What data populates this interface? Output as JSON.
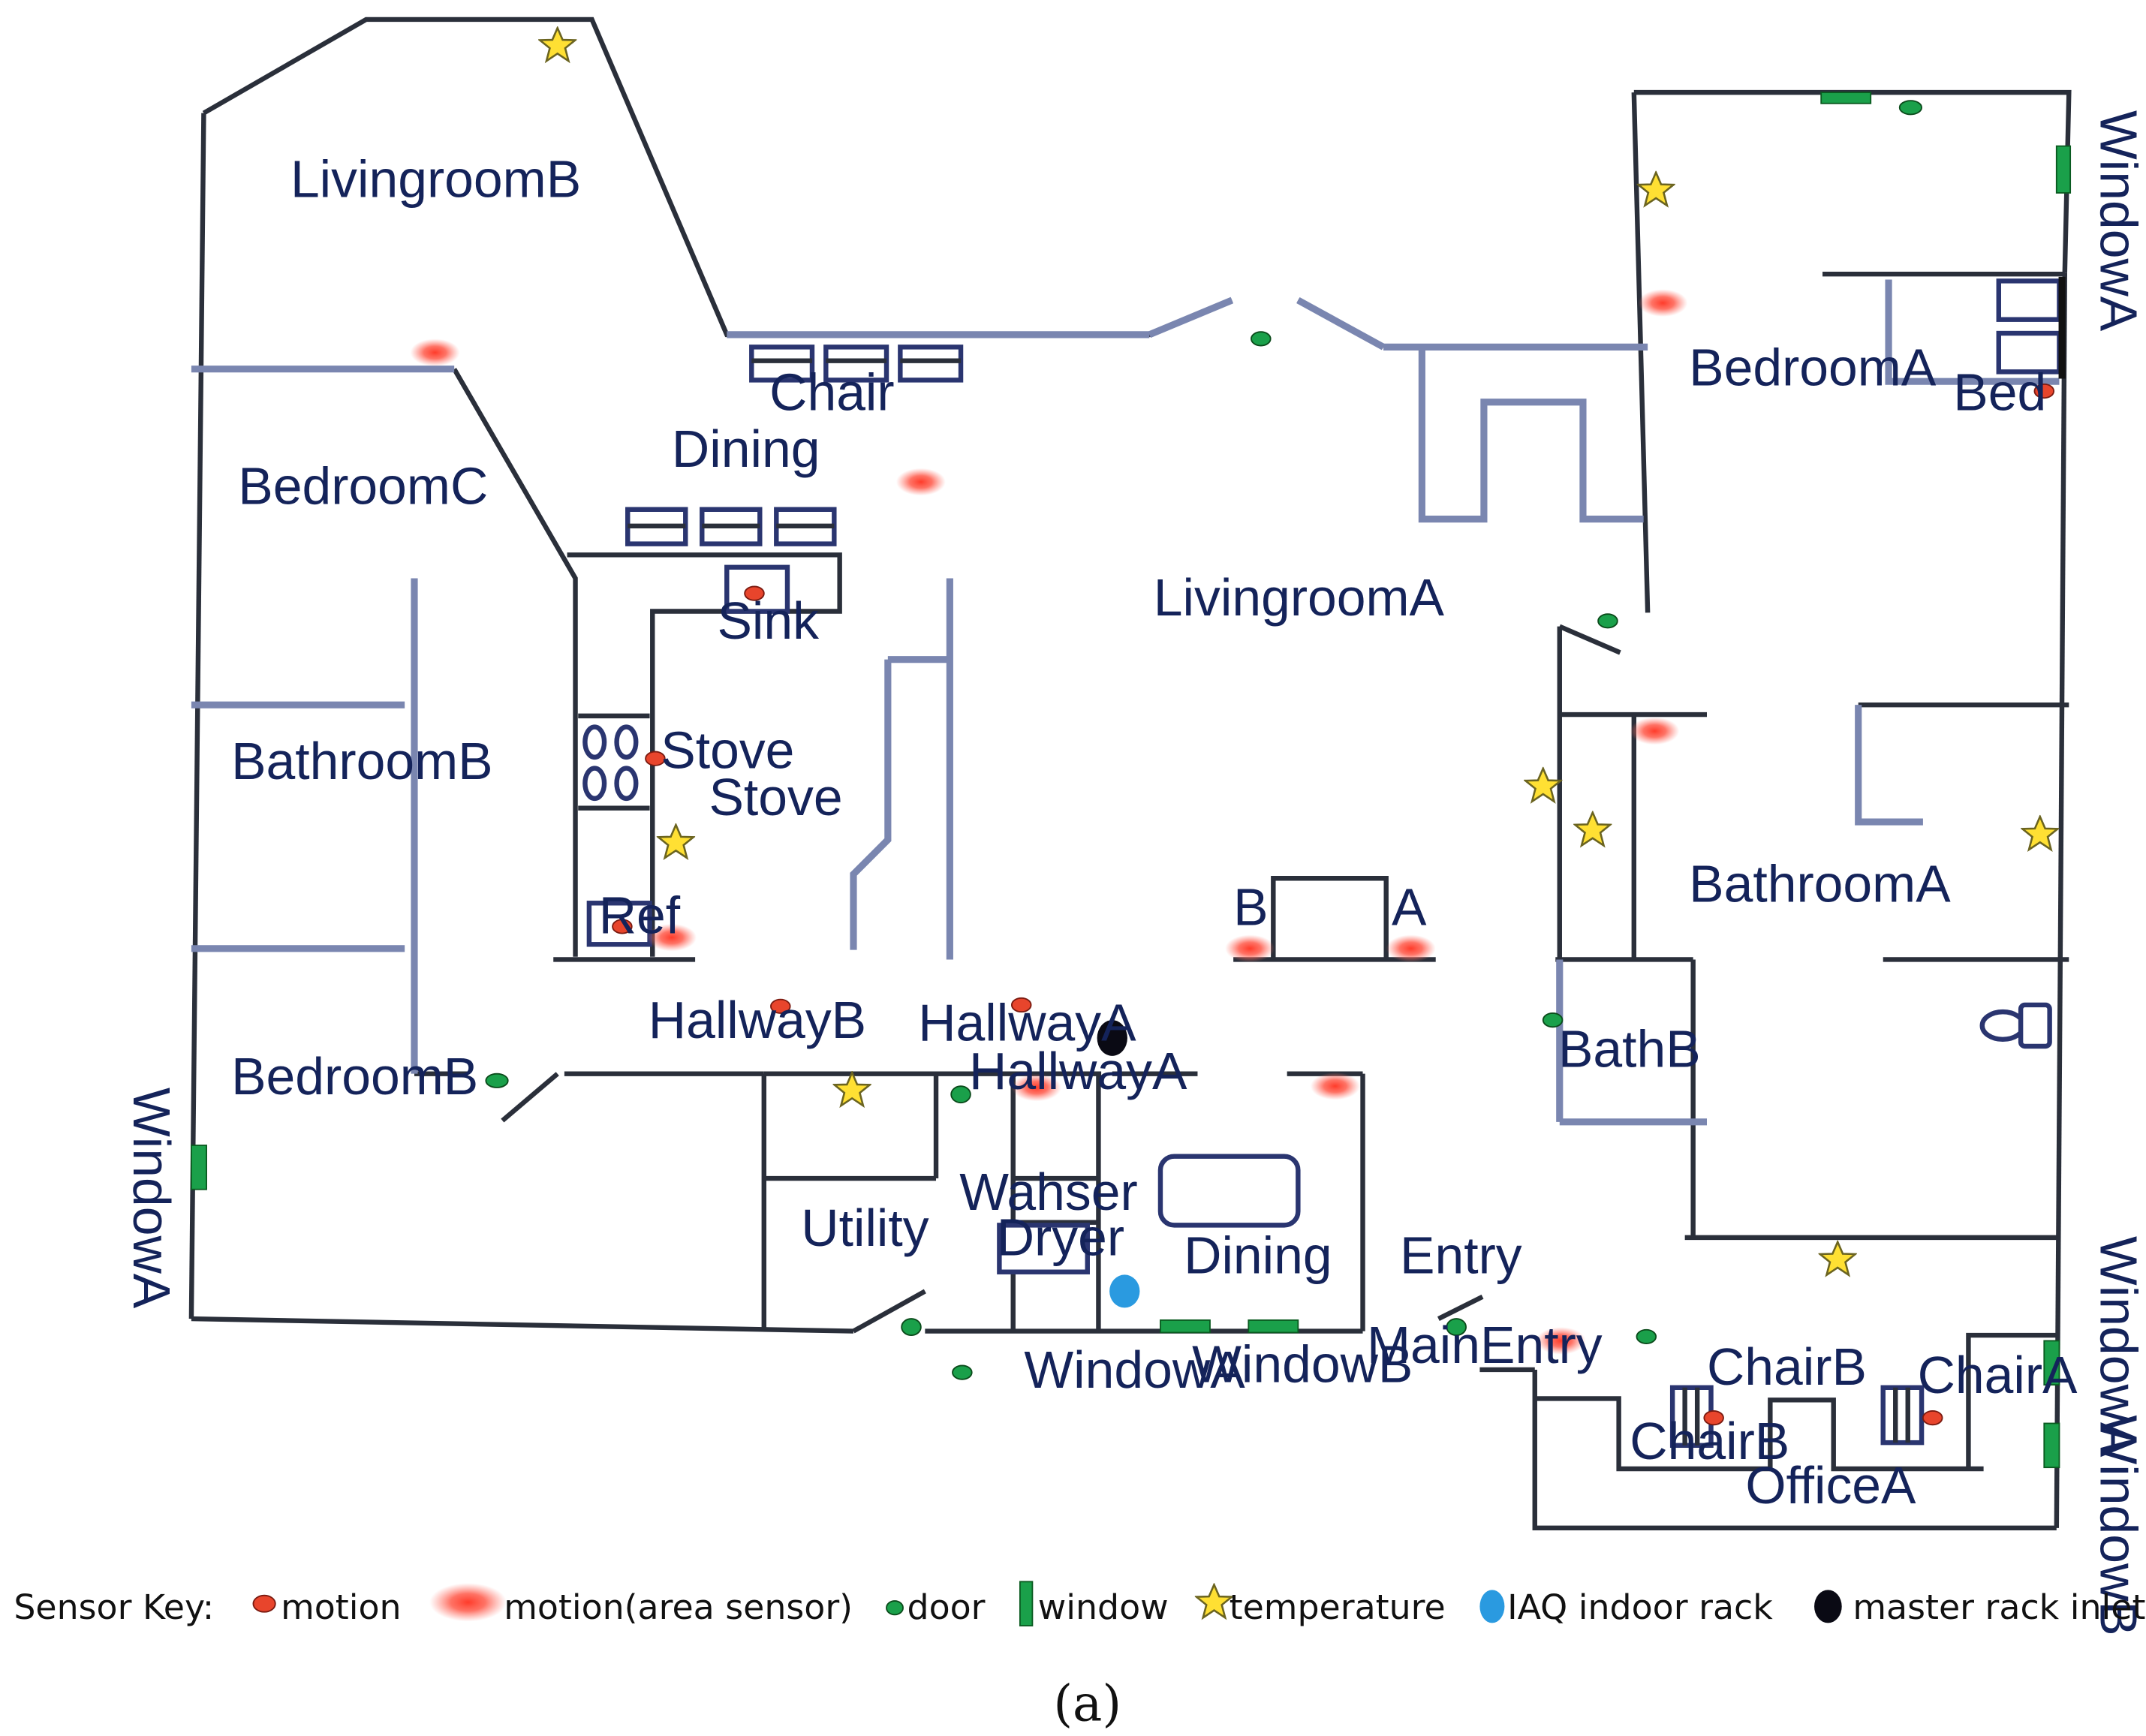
{
  "rooms": {
    "livingroom_b": "LivingroomB",
    "livingroom_a": "LivingroomA",
    "bedroom_a": "BedroomA",
    "bedroom_b": "BedroomB",
    "bedroom_c": "BedroomC",
    "bathroom_a": "BathroomA",
    "bathroom_b": "BathroomB",
    "dining_top": "Dining",
    "dining_bottom": "Dining",
    "utility": "Utility",
    "entry": "Entry",
    "office_a": "OfficeA",
    "hallway_a": "HallwayA",
    "hallway_a2": "HallwayA",
    "hallway_b": "HallwayB",
    "bath_b": "BathB"
  },
  "fixtures": {
    "chair": "Chair",
    "bed": "Bed",
    "sink": "Sink",
    "stove_1": "Stove",
    "stove_2": "Stove",
    "ref": "Ref",
    "washer": "Wahser",
    "dryer": "Dryer",
    "chair_a": "ChairA",
    "chair_b": "ChairB",
    "chair_b2": "ChairB",
    "main_entry": "MainEntry",
    "door_b": "B",
    "door_a": "A"
  },
  "windows": {
    "window_a_right": "WindowA",
    "window_b_right": "WindowB",
    "window_a_right_lower": "WindowA",
    "window_a_left": "WindowA",
    "window_a_bottom": "WindowA",
    "window_b_bottom": "WindowB"
  },
  "sensor_key": {
    "title": "Sensor Key:",
    "motion": "motion",
    "motion_area": "motion(area sensor)",
    "door": "door",
    "window": "window",
    "temperature": "temperature",
    "iaq": "IAQ indoor rack",
    "master": "master rack inlet"
  },
  "caption": "(a)",
  "colors": {
    "motion": "#e8452c",
    "motion_area": "#ff5a4a",
    "door": "#1aa04a",
    "window": "#1aa04a",
    "temperature": "#ffe033",
    "iaq": "#2a9ae0",
    "master": "#0a0a14"
  }
}
